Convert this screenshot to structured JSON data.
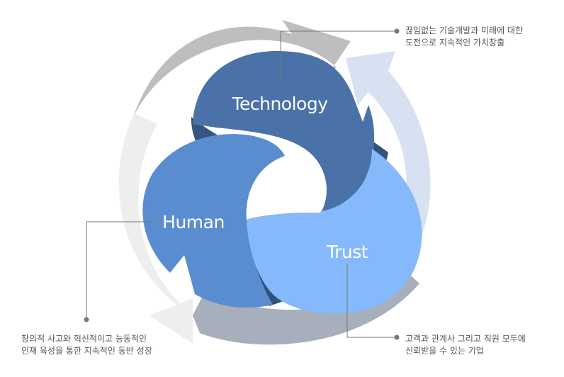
{
  "petals": {
    "technology": {
      "label": "Technology",
      "color": "#4A72A8",
      "shadow": "#35567F"
    },
    "human": {
      "label": "Human",
      "color": "#5A8DD0",
      "shadow": "#33527B"
    },
    "trust": {
      "label": "Trust",
      "color": "#85B9FB",
      "shadow": "#34527C"
    }
  },
  "captions": {
    "technology": {
      "line1": "끊임없는 기술개발과 미래에 대한",
      "line2": "도전으로 지속적인 가치창출"
    },
    "human": {
      "line1": "창의적 사고와 혁신적이고 능동적인",
      "line2": "인재 육성을 통한 지속적인 동반 성장"
    },
    "trust": {
      "line1": "고객과 관계사 그리고 직원 모두에",
      "line2": "신뢰받을 수 있는 기업"
    }
  },
  "arrows": {
    "top_color": "#BEBEBE",
    "right_color": "#D7E1F2",
    "bottom_color": "#A7AFBC",
    "left_color": "#EEEEEE"
  },
  "connector_color": "#777777"
}
